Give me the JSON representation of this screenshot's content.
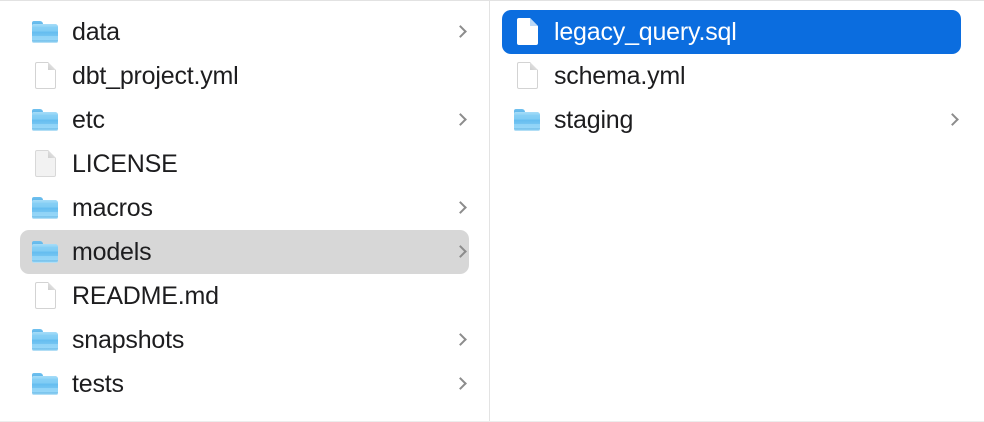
{
  "window": {
    "view_mode": "column",
    "accent_color": "#0b6ddf",
    "inactive_selection_color": "#d7d7d7",
    "divider_color": "#e3e3e3",
    "text_color": "#1d1d1f"
  },
  "columns": [
    {
      "name": "parent-column",
      "items": [
        {
          "label": "data",
          "kind": "folder",
          "has_chevron": true,
          "selected": false
        },
        {
          "label": "dbt_project.yml",
          "kind": "file",
          "has_chevron": false,
          "selected": false
        },
        {
          "label": "etc",
          "kind": "folder",
          "has_chevron": true,
          "selected": false
        },
        {
          "label": "LICENSE",
          "kind": "file-gray",
          "has_chevron": false,
          "selected": false
        },
        {
          "label": "macros",
          "kind": "folder",
          "has_chevron": true,
          "selected": false
        },
        {
          "label": "models",
          "kind": "folder",
          "has_chevron": true,
          "selected": "inactive"
        },
        {
          "label": "README.md",
          "kind": "file",
          "has_chevron": false,
          "selected": false
        },
        {
          "label": "snapshots",
          "kind": "folder",
          "has_chevron": true,
          "selected": false
        },
        {
          "label": "tests",
          "kind": "folder",
          "has_chevron": true,
          "selected": false
        }
      ]
    },
    {
      "name": "child-column",
      "items": [
        {
          "label": "legacy_query.sql",
          "kind": "file",
          "has_chevron": false,
          "selected": "active"
        },
        {
          "label": "schema.yml",
          "kind": "file",
          "has_chevron": false,
          "selected": false
        },
        {
          "label": "staging",
          "kind": "folder",
          "has_chevron": true,
          "selected": false
        }
      ]
    }
  ],
  "icons": {
    "folder": "folder-icon",
    "file": "document-icon",
    "file-gray": "document-icon",
    "chevron": "chevron-right-icon"
  }
}
